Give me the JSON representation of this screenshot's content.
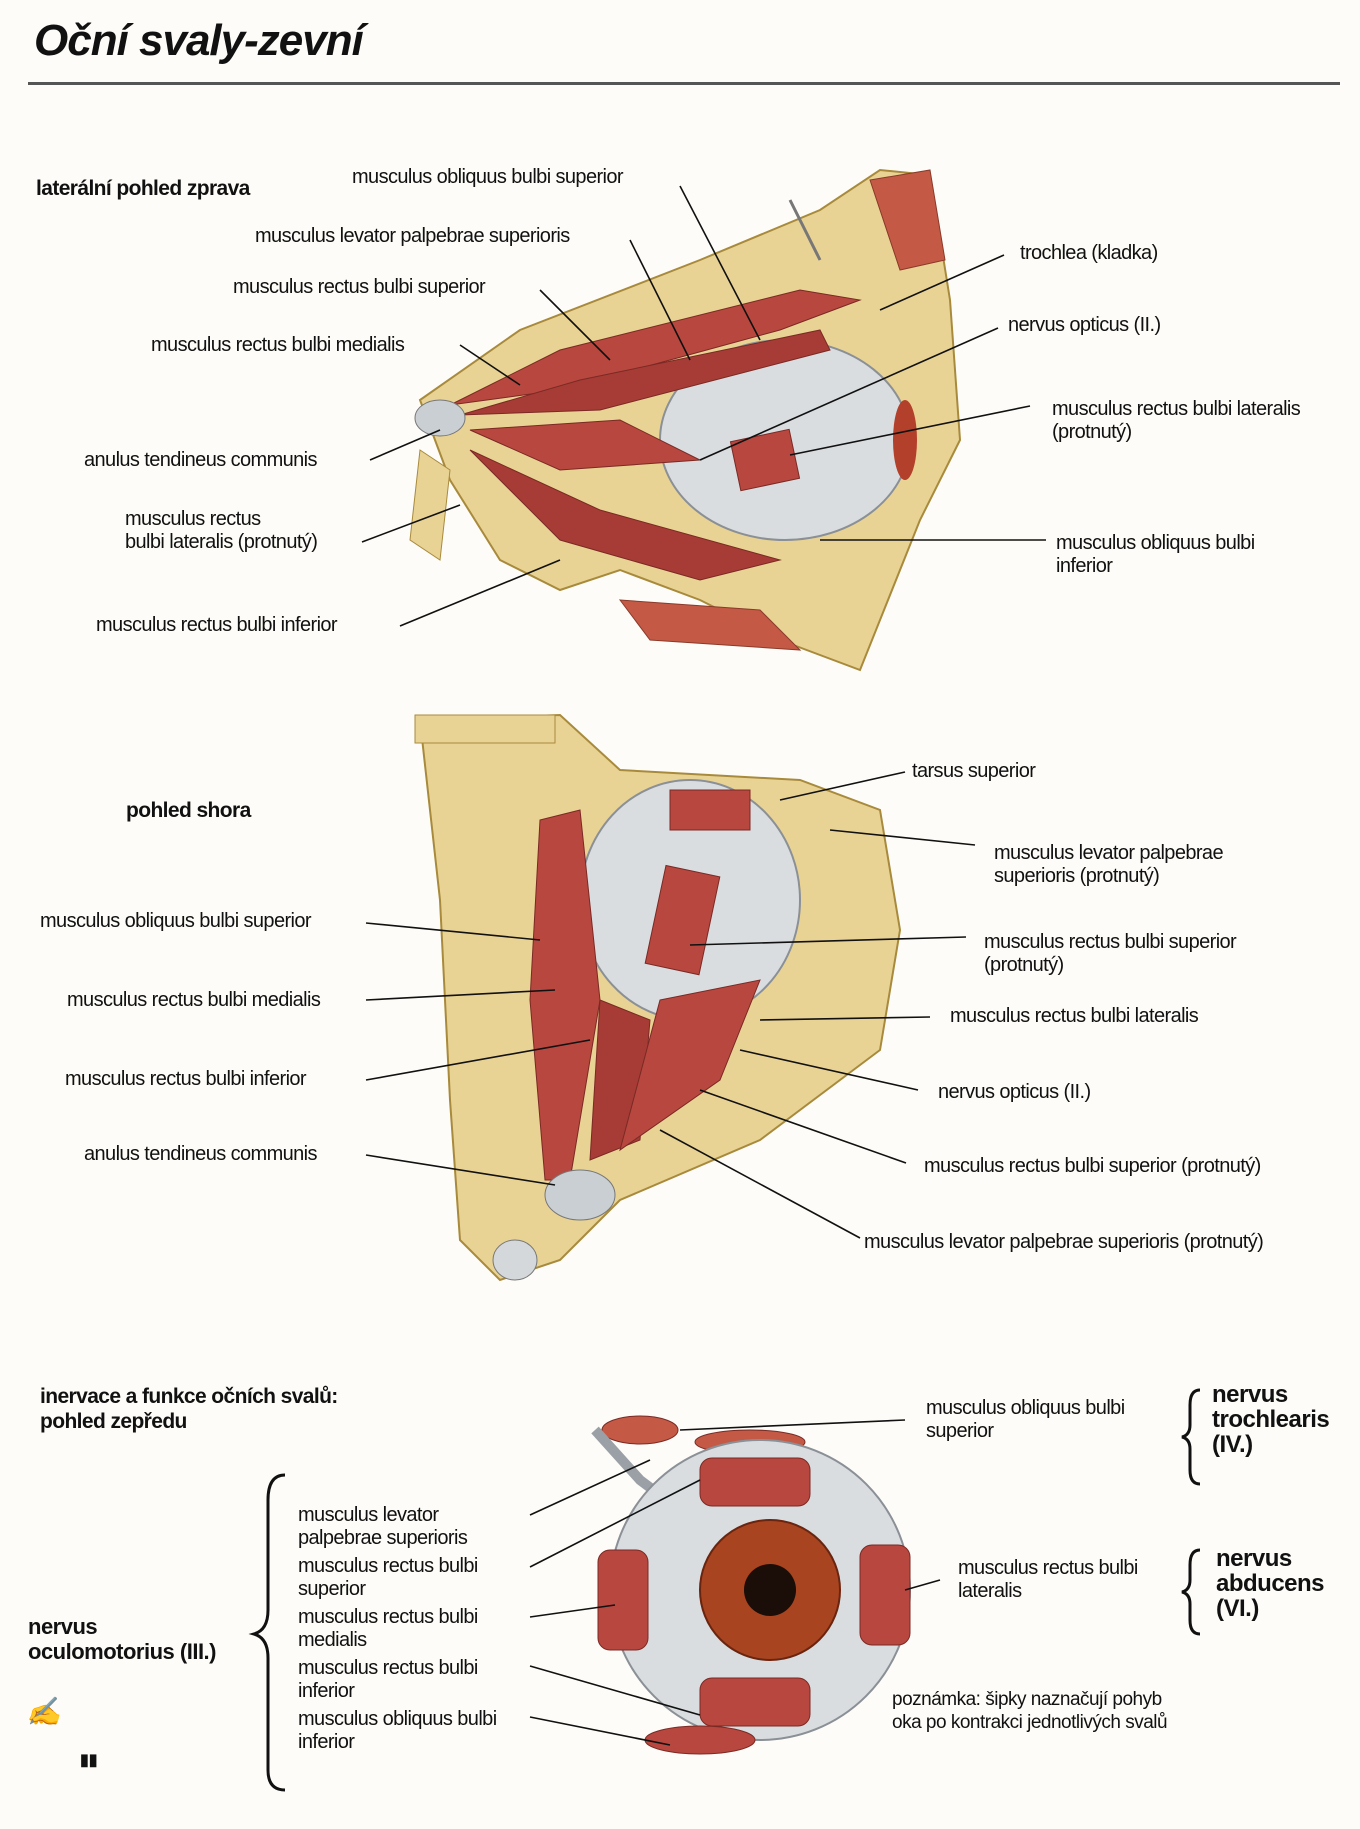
{
  "title": "Oční svaly-zevní",
  "sections": {
    "lateral": "laterální pohled zprava",
    "top": "pohled shora",
    "front": "inervace a funkce očních svalů:\npohled zepředu"
  },
  "lateral_labels": {
    "obliquus_sup": "musculus obliquus bulbi superior",
    "levator": "musculus levator palpebrae superioris",
    "rectus_sup": "musculus rectus bulbi superior",
    "rectus_med": "musculus rectus bulbi medialis",
    "anulus": "anulus tendineus communis",
    "rectus_lat_cut": "musculus rectus\nbulbi lateralis (protnutý)",
    "rectus_inf": "musculus rectus bulbi inferior",
    "trochlea": "trochlea (kladka)",
    "opticus": "nervus opticus (II.)",
    "rectus_lat_cut_r": "musculus rectus bulbi lateralis\n(protnutý)",
    "obliquus_inf": "musculus obliquus bulbi\ninferior"
  },
  "top_labels": {
    "obliquus_sup": "musculus obliquus bulbi superior",
    "rectus_med": "musculus rectus bulbi medialis",
    "rectus_inf": "musculus rectus bulbi inferior",
    "anulus": "anulus tendineus communis",
    "tarsus": "tarsus superior",
    "levator_cut": "musculus levator palpebrae\nsuperioris (protnutý)",
    "rectus_sup_cut": "musculus rectus bulbi superior\n(protnutý)",
    "rectus_lat": "musculus rectus bulbi lateralis",
    "opticus": "nervus opticus (II.)",
    "rectus_sup_cut2": "musculus rectus bulbi superior (protnutý)",
    "levator_cut2": "musculus levator palpebrae superioris (protnutý)"
  },
  "front_labels": {
    "obliquus_sup": "musculus obliquus bulbi\nsuperior",
    "trochlearis": "nervus\ntrochlearis\n(IV.)",
    "levator": "musculus levator\npalpebrae superioris",
    "rectus_sup": "musculus rectus bulbi\nsuperior",
    "rectus_med": "musculus rectus bulbi\nmedialis",
    "rectus_inf": "musculus rectus bulbi\ninferior",
    "obliquus_inf": "musculus obliquus bulbi\ninferior",
    "oculomotorius": "nervus\noculomotorius (III.)",
    "rectus_lat": "musculus rectus bulbi\nlateralis",
    "abducens": "nervus\nabducens\n(VI.)",
    "note": "poznámka: šipky naznačují pohyb\noka po kontrakci jednotlivých svalů"
  },
  "colors": {
    "muscle": "#b8473f",
    "bone": "#e6cf8a",
    "sclera": "#d9dde0",
    "iris": "#a8441f"
  }
}
